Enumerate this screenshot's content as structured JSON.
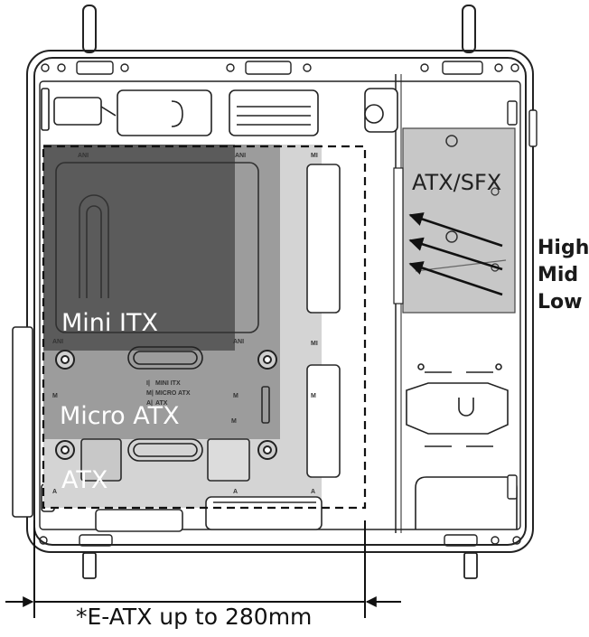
{
  "boards": {
    "mini_itx": "Mini ITX",
    "micro_atx": "Micro ATX",
    "atx": "ATX"
  },
  "psu": {
    "label": "ATX/SFX",
    "positions": [
      "High",
      "Mid",
      "Low"
    ]
  },
  "dimension": {
    "label": "*E-ATX up to 280mm"
  },
  "standoff_legend": [
    "Mini ITX",
    "Micro ATX",
    "ATX"
  ],
  "standoff_marks": {
    "all": "ANI",
    "mid": "MI",
    "m": "M",
    "a": "A",
    "i": "I"
  },
  "colors": {
    "mini_itx_fill": "#5a5a5a",
    "micro_atx_fill": "#9c9c9c",
    "atx_fill": "#d3d3d3",
    "psu_fill": "#c8c8c8",
    "line": "#1a1a1a"
  }
}
